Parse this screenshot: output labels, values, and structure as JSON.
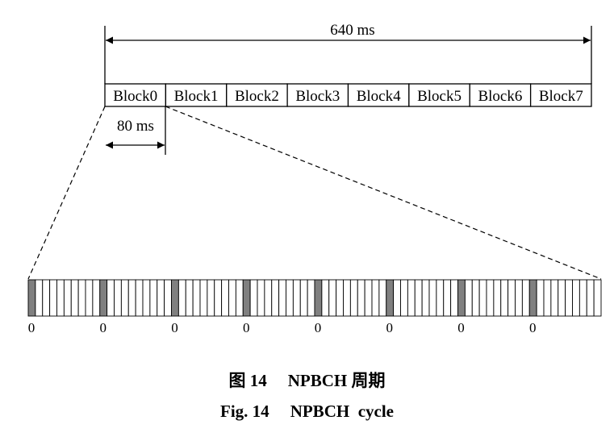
{
  "total_duration": "640 ms",
  "block_duration": "80 ms",
  "blocks": [
    "Block0",
    "Block1",
    "Block2",
    "Block3",
    "Block4",
    "Block5",
    "Block6",
    "Block7"
  ],
  "frames": {
    "subframes_per_group": 10,
    "groups": 8,
    "shaded_subframe_index": 0,
    "group_labels": [
      "0",
      "0",
      "0",
      "0",
      "0",
      "0",
      "0",
      "0"
    ]
  },
  "colors": {
    "shaded": "#808080",
    "line": "#000000",
    "background": "#ffffff"
  },
  "caption": {
    "cn_fig": "图 14",
    "cn_title": "NPBCH 周期",
    "en_fig": "Fig. 14",
    "en_title": "NPBCH  cycle"
  }
}
